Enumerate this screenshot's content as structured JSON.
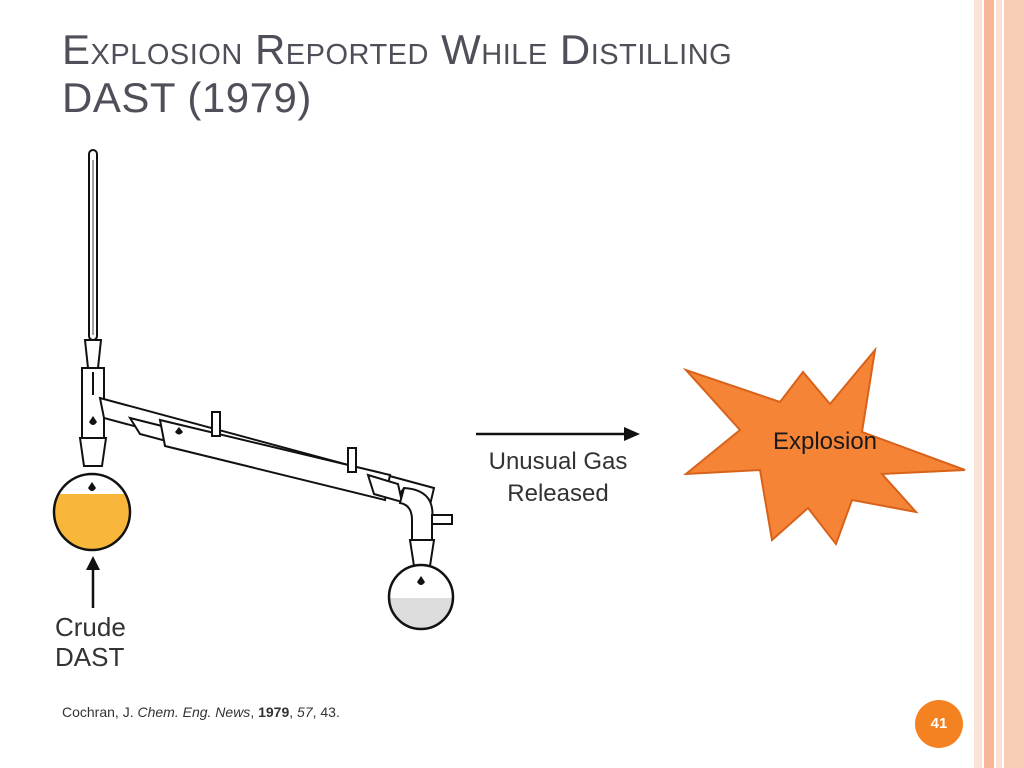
{
  "slide": {
    "title_line1": "Explosion Reported While Distilling",
    "title_line2": "DAST (1979)",
    "page_number": "41"
  },
  "diagram": {
    "crude_label_line1": "Crude",
    "crude_label_line2": "DAST",
    "gas_label_line1": "Unusual Gas",
    "gas_label_line2": "Released",
    "explosion_label": "Explosion"
  },
  "citation": {
    "author": "Cochran, J. ",
    "journal": "Chem. Eng. News",
    "sep1": ", ",
    "year": "1979",
    "sep2": ", ",
    "volume": "57",
    "pages": ", 43."
  },
  "colors": {
    "border_stripes": [
      "#fbd9c9",
      "#f7b89c",
      "#fbd9c9"
    ],
    "flask_liquid": "#f8b73a",
    "receiver_liquid": "#dcdcdc",
    "explosion_fill": "#f58437",
    "page_badge": "#f58220"
  }
}
